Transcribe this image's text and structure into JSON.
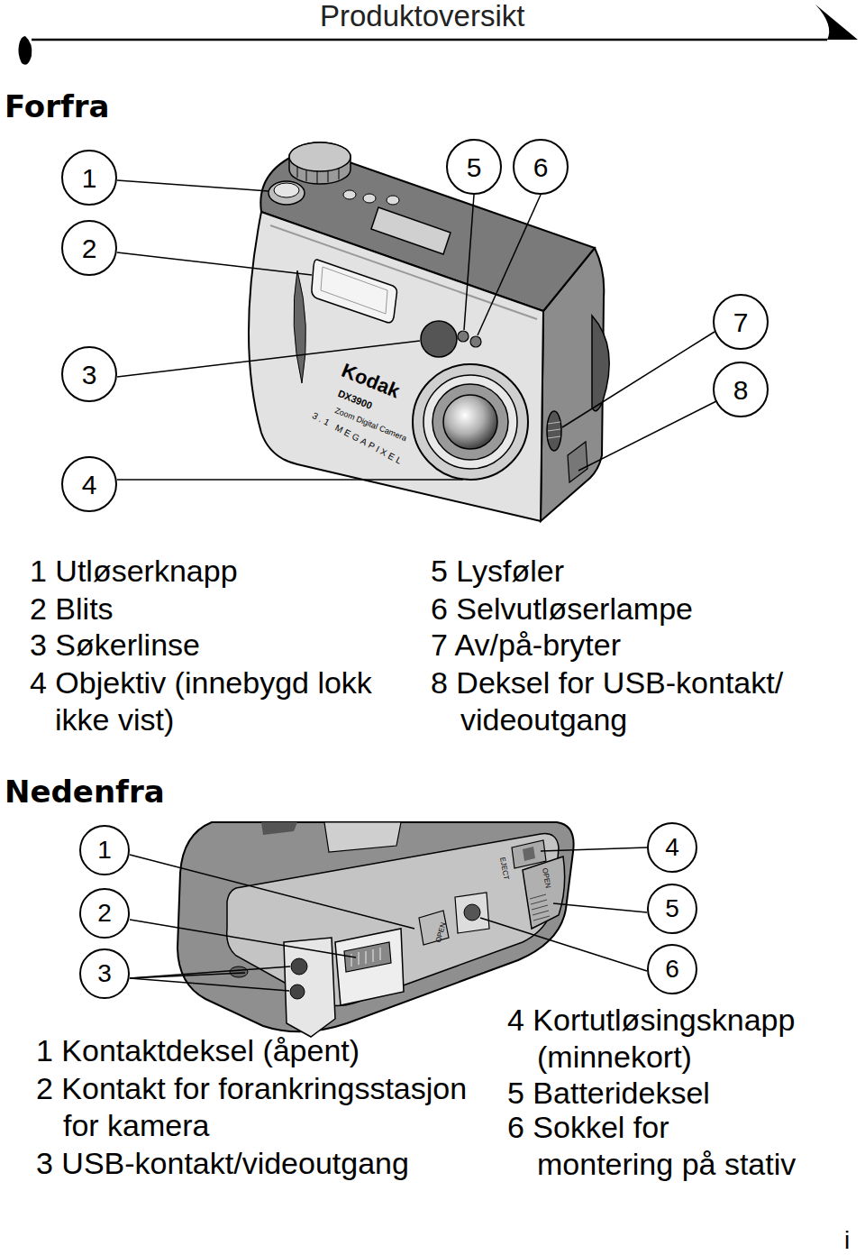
{
  "diagram": {
    "title": "Produktoversikt",
    "nodes": [
      {
        "text": [
          "1"
        ]
      },
      {
        "text": [
          "5"
        ]
      },
      {
        "text": [
          "6"
        ]
      },
      {
        "text": [
          "2"
        ]
      },
      {
        "text": [
          "7"
        ]
      },
      {
        "text": [
          "3"
        ]
      },
      {
        "text": [
          "8"
        ]
      },
      {
        "text": [
          "4"
        ]
      },
      {
        "text": [
          "1"
        ]
      },
      {
        "text": [
          "4"
        ]
      },
      {
        "text": [
          "2"
        ]
      },
      {
        "text": [
          "5"
        ]
      },
      {
        "text": [
          "3"
        ]
      },
      {
        "text": [
          "6"
        ]
      }
    ],
    "labels": [
      "Forfra",
      "Kodak",
      "DX3900",
      "Zoom Digital Camera",
      "3.1 MEGAPIXEL",
      "1 Utløserknapp",
      "2 Blits",
      "3 Søkerlinse",
      "4 Objektiv (innebygd lokk ikke vist)",
      "5 Lysføler",
      "6 Selvutløserlampe",
      "7 Av/på-bryter",
      "8 Deksel for USB-kontakt/ videoutgang",
      "Nedenfra",
      "EJECT",
      "OPEN",
      "OPEN",
      "1 Kontaktdeksel (åpent)",
      "2 Kontakt for forankringsstasjon for kamera",
      "3 USB-kontakt/videoutgang",
      "4 Kortutløsingsknapp (minnekort)",
      "5 Batterideksel",
      "6 Sokkel for montering på stativ",
      "i"
    ]
  }
}
